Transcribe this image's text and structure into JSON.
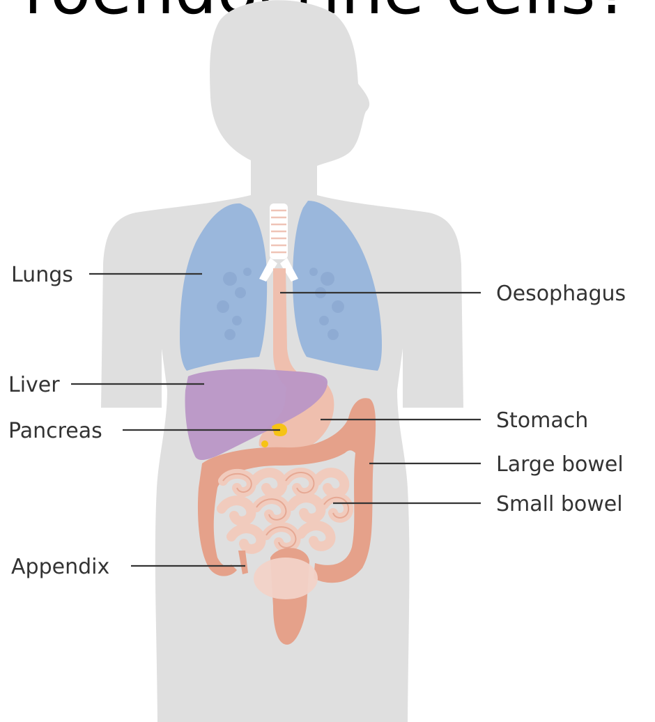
{
  "title": "roendocrine cells?",
  "colors": {
    "body": "#dfdfdf",
    "lungs": "#9ab7dc",
    "liver": "#b996c6",
    "pancreas": "#f6c315",
    "oesophagus_stomach": "#efbfae",
    "bowel": "#e5a18a",
    "small_bowel": "#f3cfc2",
    "bladder": "#f2d2c7",
    "label_text": "#333333"
  },
  "labels": {
    "lungs": "Lungs",
    "oesophagus": "Oesophagus",
    "liver": "Liver",
    "pancreas": "Pancreas",
    "stomach": "Stomach",
    "large_bowel": "Large bowel",
    "small_bowel": "Small bowel",
    "appendix": "Appendix"
  }
}
